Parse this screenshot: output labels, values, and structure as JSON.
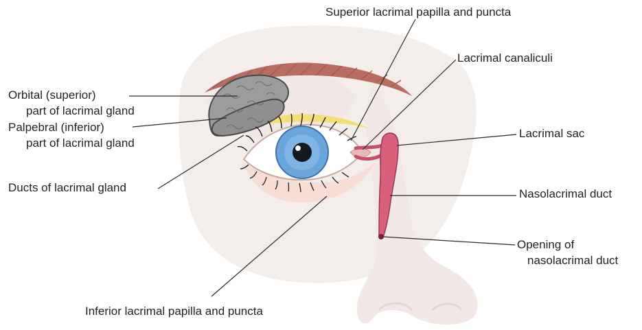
{
  "diagram": {
    "labels": {
      "superior_papilla": "Superior lacrimal papilla and puncta",
      "canaliculi": "Lacrimal canaliculi",
      "orbital_gland_1": "Orbital (superior)",
      "orbital_gland_2": "part of lacrimal gland",
      "palpebral_gland_1": "Palpebral (inferior)",
      "palpebral_gland_2": "part of lacrimal gland",
      "lacrimal_sac": "Lacrimal sac",
      "ducts": "Ducts of lacrimal gland",
      "nasolacrimal_duct": "Nasolacrimal duct",
      "opening_1": "Opening of",
      "opening_2": "nasolacrimal duct",
      "inferior_papilla": "Inferior lacrimal papilla and puncta"
    },
    "colors": {
      "skin": "#f3ebe8",
      "brow": "#b5685f",
      "iris": "#6aa6dc",
      "pupil": "#14181f",
      "gland": "#9a9a9a",
      "duct": "#d9607b",
      "lid_fat": "#f3df7a"
    }
  }
}
